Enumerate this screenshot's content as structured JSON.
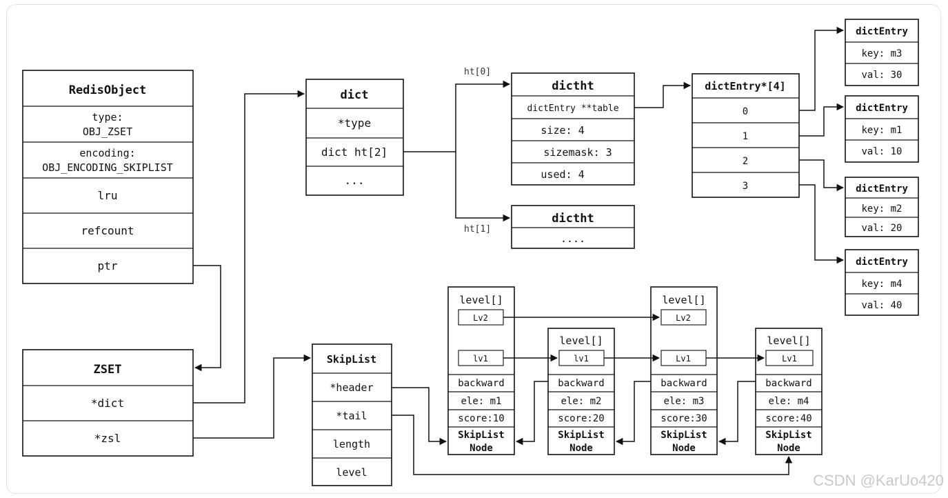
{
  "redis_object": {
    "title": "RedisObject",
    "type_label": "type:",
    "type_value": "OBJ_ZSET",
    "encoding_label": "encoding:",
    "encoding_value": "OBJ_ENCODING_SKIPLIST",
    "lru": "lru",
    "refcount": "refcount",
    "ptr": "ptr"
  },
  "zset": {
    "title": "ZSET",
    "dict": "*dict",
    "zsl": "*zsl"
  },
  "dict": {
    "title": "dict",
    "type": "*type",
    "ht": "dict ht[2]",
    "more": "..."
  },
  "ht_labels": {
    "ht0": "ht[0]",
    "ht1": "ht[1]"
  },
  "dictht0": {
    "title": "dictht",
    "table": "dictEntry **table",
    "size": "size: 4",
    "sizemask": "sizemask: 3",
    "used": "used: 4"
  },
  "dictht1": {
    "title": "dictht",
    "more": "...."
  },
  "bucket_array": {
    "title": "dictEntry*[4]",
    "slots": [
      "0",
      "1",
      "2",
      "3"
    ]
  },
  "dict_entries": [
    {
      "title": "dictEntry",
      "key": "key: m3",
      "val": "val: 30"
    },
    {
      "title": "dictEntry",
      "key": "key: m1",
      "val": "val: 10"
    },
    {
      "title": "dictEntry",
      "key": "key: m2",
      "val": "val: 20"
    },
    {
      "title": "dictEntry",
      "key": "key: m4",
      "val": "val: 40"
    }
  ],
  "skiplist": {
    "title": "SkipList",
    "header": "*header",
    "tail": "*tail",
    "length": "length",
    "level": "level"
  },
  "skiplist_nodes": [
    {
      "level_label": "level[]",
      "levels": [
        "Lv2",
        "lv1"
      ],
      "backward": "backward",
      "ele": "ele: m1",
      "score": "score:10",
      "name_line1": "SkipList",
      "name_line2": "Node"
    },
    {
      "level_label": "level[]",
      "levels": [
        "lv1"
      ],
      "backward": "backward",
      "ele": "ele: m2",
      "score": "score:20",
      "name_line1": "SkipList",
      "name_line2": "Node"
    },
    {
      "level_label": "level[]",
      "levels": [
        "Lv2",
        "Lv1"
      ],
      "backward": "backward",
      "ele": "ele: m3",
      "score": "score:30",
      "name_line1": "SkipList",
      "name_line2": "Node"
    },
    {
      "level_label": "level[]",
      "levels": [
        "Lv1"
      ],
      "backward": "backward",
      "ele": "ele: m4",
      "score": "score:40",
      "name_line1": "SkipList",
      "name_line2": "Node"
    }
  ],
  "watermark": "CSDN @KarUo420"
}
